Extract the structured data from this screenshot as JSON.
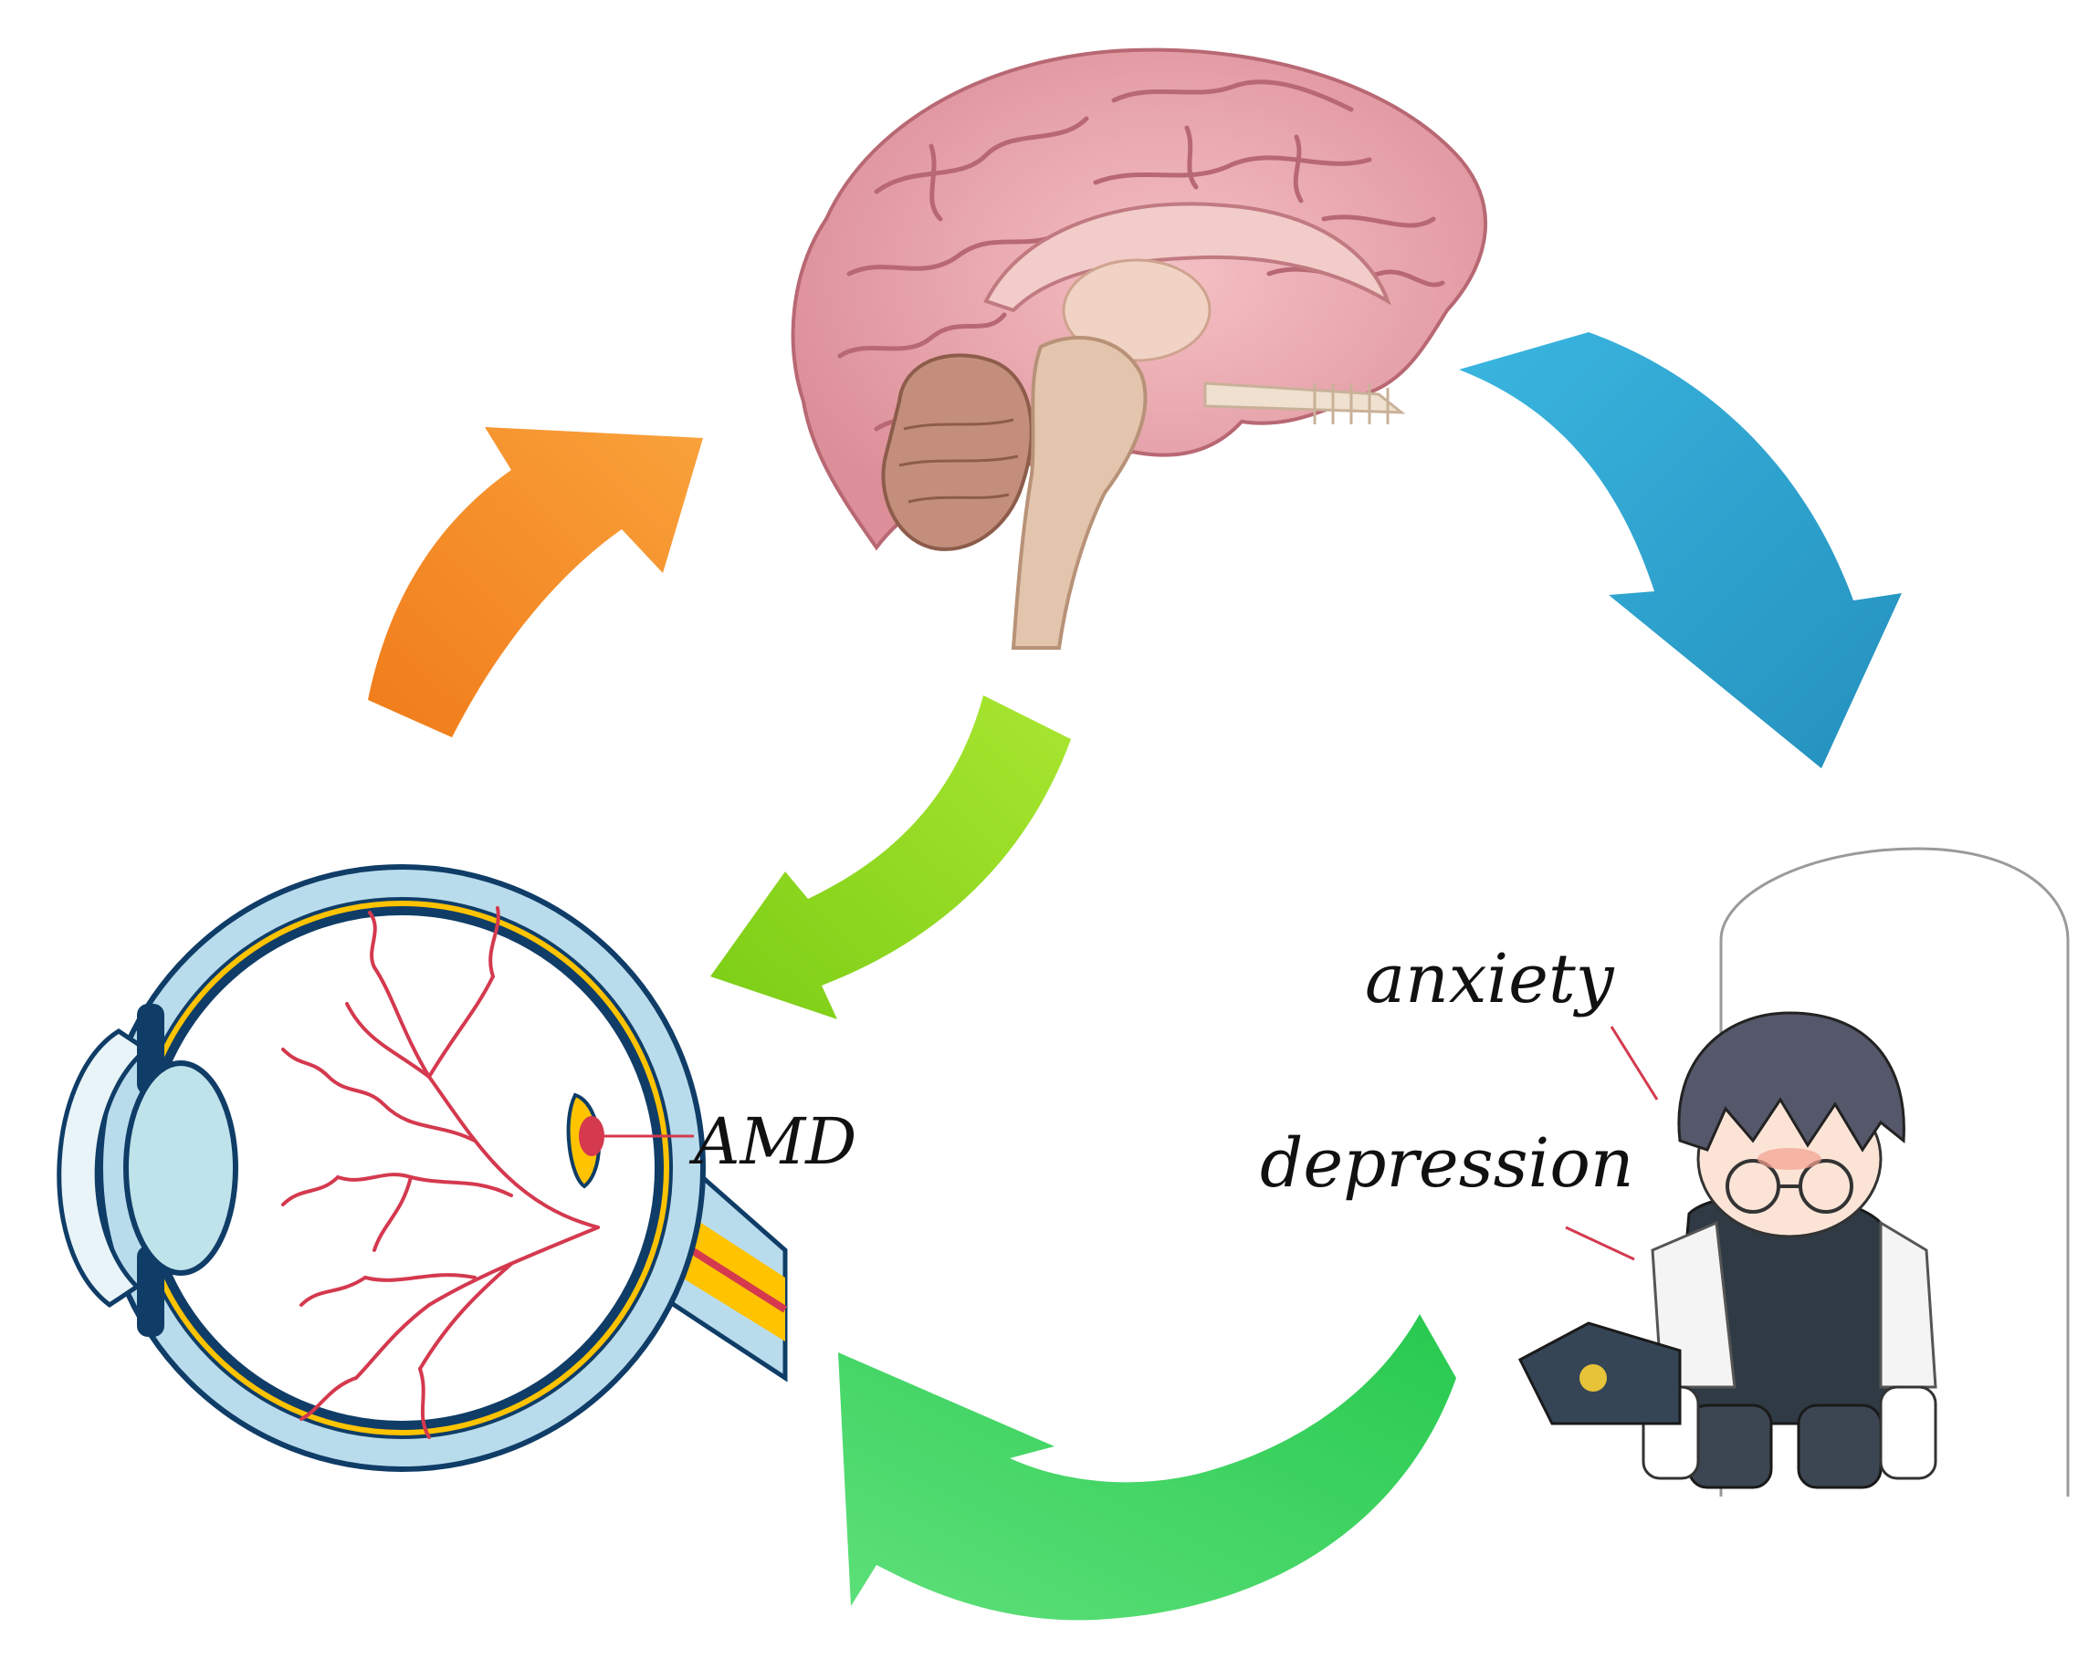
{
  "labels": {
    "amd": "AMD",
    "anxiety": "anxiety",
    "depression": "depression"
  },
  "nodes": [
    {
      "id": "brain",
      "illustration": "brain-sagittal-section"
    },
    {
      "id": "eye",
      "illustration": "eye-cross-section"
    },
    {
      "id": "person",
      "illustration": "sad-anime-character-sitting"
    }
  ],
  "arrows": [
    {
      "id": "eye-to-brain",
      "from": "eye",
      "to": "brain",
      "color": "#f28a22"
    },
    {
      "id": "brain-to-person",
      "from": "brain",
      "to": "person",
      "color": "#2fa9d6"
    },
    {
      "id": "brain-to-eye",
      "from": "brain",
      "to": "eye",
      "color": "#93d81e"
    },
    {
      "id": "person-to-eye",
      "from": "person",
      "to": "eye",
      "color": "#3ed15e"
    }
  ],
  "colors": {
    "brain_tissue": "#e7a3ac",
    "brain_folds": "#b86873",
    "brainstem": "#e3c4ad",
    "cerebellum": "#c38f7c",
    "eye_outer": "#b9dcec",
    "eye_outline": "#0f3d67",
    "eye_yellow": "#ffc300",
    "vessels": "#d4394e",
    "hair": "#55576a"
  }
}
